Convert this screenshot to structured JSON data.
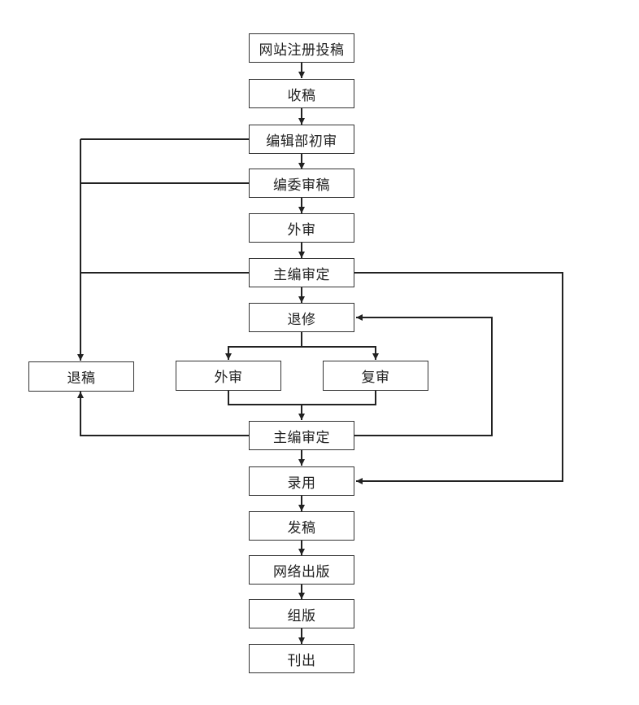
{
  "colors": {
    "line": "#222222",
    "box_border": "#333333",
    "text": "#222222",
    "background": "#ffffff"
  },
  "nodes": {
    "submit": "网站注册投稿",
    "receive": "收稿",
    "editorial_initial_review": "编辑部初审",
    "committee_review": "编委审稿",
    "external_review_1": "外审",
    "chief_editor_decision_1": "主编审定",
    "return_for_revision": "退修",
    "reject": "退稿",
    "external_review_2": "外审",
    "re_review": "复审",
    "chief_editor_decision_2": "主编审定",
    "accept": "录用",
    "issue_manuscript": "发稿",
    "online_publication": "网络出版",
    "typesetting": "组版",
    "print_publication": "刊出"
  }
}
